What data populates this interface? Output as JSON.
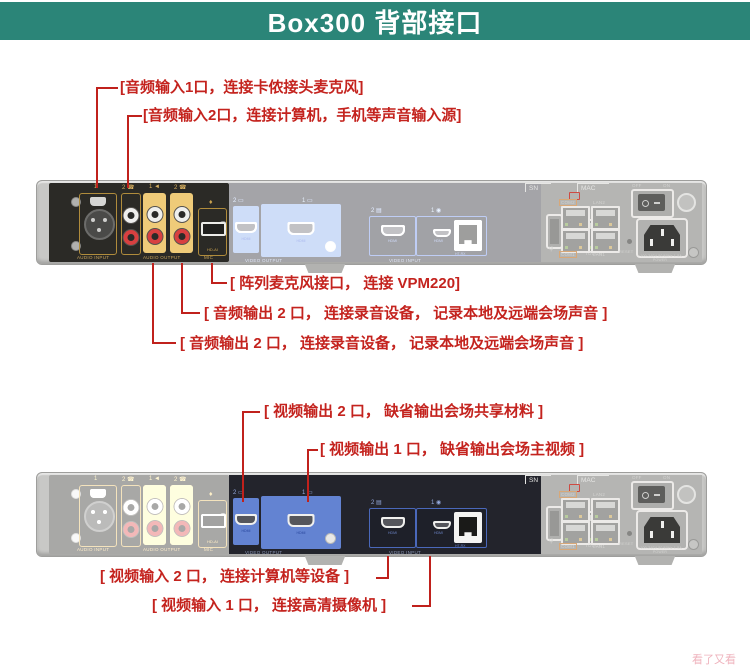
{
  "header": {
    "title": "Box300 背部接口",
    "bg_color": "#2b8578",
    "text_color": "#ffffff"
  },
  "colors": {
    "annotation_red": "#c4231e",
    "audio_panel_dark": "#2b2a26",
    "video_panel_dark": "#23242c",
    "gold_outline": "#b08c3c",
    "yellow_port_fill": "#efcb79",
    "hdmi_blue": "#6383d2",
    "chassis_gray": "#c8c8c6",
    "faded_section_gray": "#b5b5b3"
  },
  "annotations": {
    "audio_in_1": "[音频输入1口，连接卡侬接头麦克风]",
    "audio_in_2": "[音频输入2口，连接计算机，手机等声音输入源]",
    "array_mic": "[ 阵列麦克风接口， 连接 VPM220]",
    "audio_out_a": "[ 音频输出 2 口， 连接录音设备， 记录本地及远端会场声音 ]",
    "audio_out_b": "[ 音频输出 2 口， 连接录音设备， 记录本地及远端会场声音 ]",
    "video_out_2": "[ 视频输出 2 口， 缺省输出会场共享材料 ]",
    "video_out_1": "[ 视频输出 1 口， 缺省输出会场主视频 ]",
    "video_in_2": "[ 视频输入 2 口， 连接计算机等设备 ]",
    "video_in_1": "[ 视频输入 1 口， 连接高清摄像机 ]"
  },
  "panel": {
    "audio": {
      "port_nums": [
        "1",
        "2 ☎",
        "1 ◄",
        "2 ☎"
      ],
      "labels": {
        "input": "AUDIO INPUT",
        "output": "AUDIO OUTPUT",
        "mic": "MIC",
        "hdai": "HD-AI"
      }
    },
    "video": {
      "out_nums": [
        "2 ▭",
        "1 ▭"
      ],
      "in_nums": [
        "2 ▤",
        "1 ◉"
      ],
      "labels": {
        "output": "VIDEO OUTPUT",
        "input": "VIDEO INPUT",
        "hdmi": "HDMI",
        "htrx": "HT-RX"
      }
    },
    "right": {
      "sn": "SN",
      "mac": "MAC",
      "touch": "TOUCH",
      "com2": "COM2",
      "lan2": "LAN2",
      "com1": "COM1",
      "lan1": "LAN1",
      "reset": "RESET",
      "off": "OFF",
      "on": "ON",
      "power_spec": "~100-240V 50/60Hz 1.5A",
      "power": "POWER"
    }
  },
  "icons": {
    "usb": "ψ",
    "diamond": "♦"
  },
  "watermark": "看了又看"
}
